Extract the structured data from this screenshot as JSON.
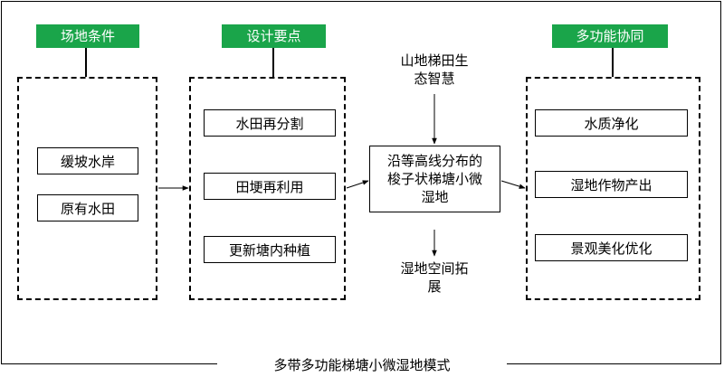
{
  "headers": {
    "site": "场地条件",
    "design": "设计要点",
    "multi": "多功能协同"
  },
  "site_items": [
    "缓坡水岸",
    "原有水田"
  ],
  "design_items": [
    "水田再分割",
    "田埂再利用",
    "更新塘内种植"
  ],
  "center": {
    "top_text": "山地梯田生\n态智慧",
    "main_box": "沿等高线分布的\n梭子状梯塘小微\n湿地",
    "bottom_text": "湿地空间拓\n展"
  },
  "multi_items": [
    "水质净化",
    "湿地作物产出",
    "景观美化优化"
  ],
  "caption": "多带多功能梯塘小微湿地模式",
  "colors": {
    "tag_green": "#1aa54a"
  }
}
